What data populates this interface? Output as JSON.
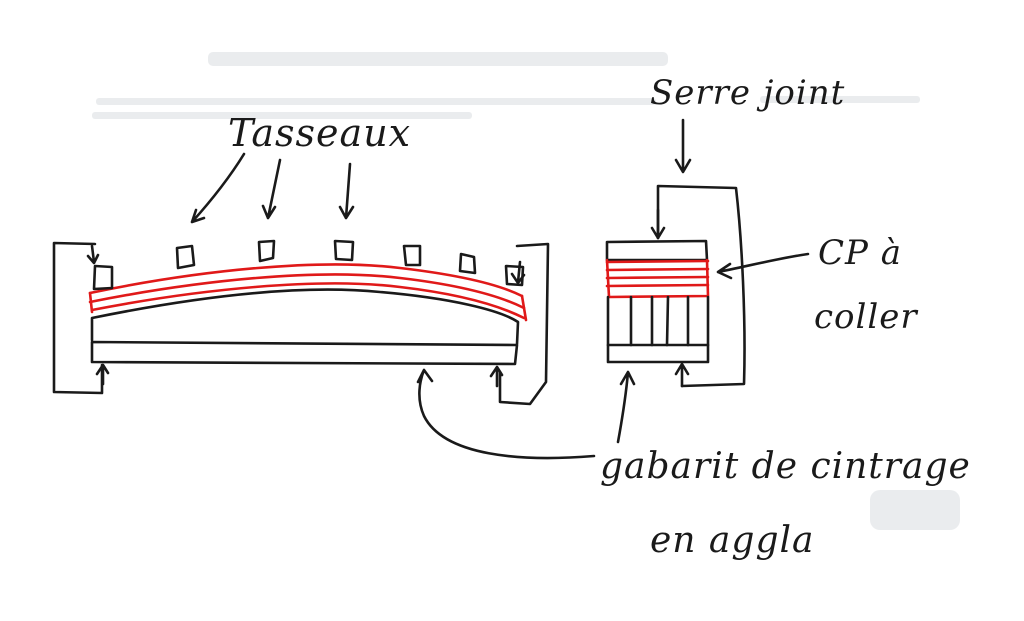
{
  "labels": {
    "tasseaux": "Tasseaux",
    "serre_joint": "Serre joint",
    "cp_a_coller_line1": "CP à",
    "cp_a_coller_line2": "coller",
    "gabarit_line1": "gabarit de cintrage",
    "gabarit_line2": "en aggla"
  },
  "colors": {
    "ink": "#1a1a1a",
    "plywood": "#e01919",
    "paper": "#ffffff"
  }
}
